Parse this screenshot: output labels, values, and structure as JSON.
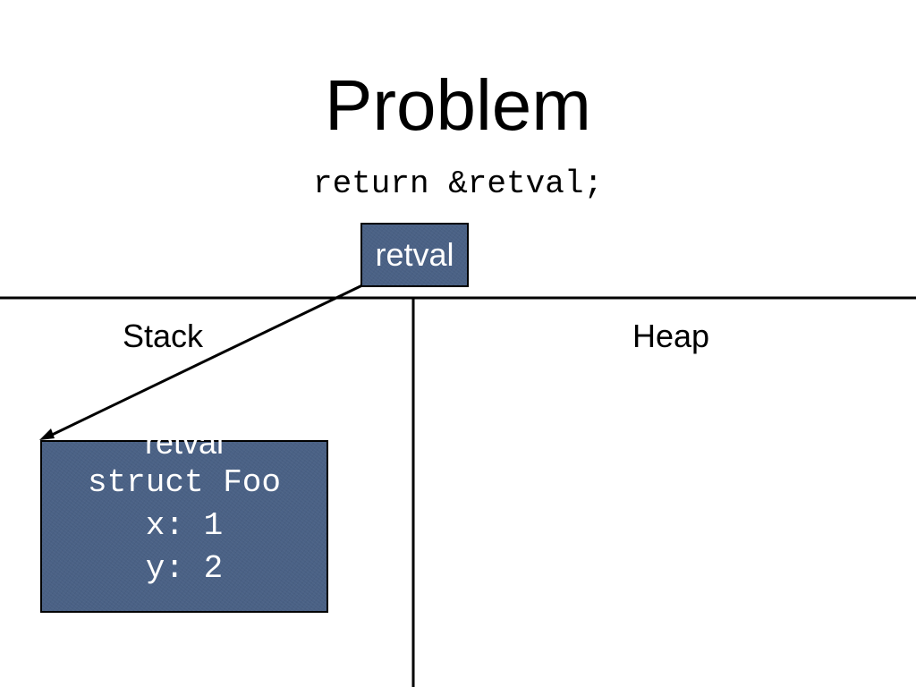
{
  "slide": {
    "title": "Problem",
    "code": "return &retval;"
  },
  "pointer": {
    "label": "retval"
  },
  "regions": {
    "stack": "Stack",
    "heap": "Heap"
  },
  "struct": {
    "label": "retval",
    "type_line": "struct Foo",
    "fields": [
      {
        "text": "x: 1"
      },
      {
        "text": "y: 2"
      }
    ]
  },
  "colors": {
    "box_fill": "#4a6185",
    "box_border": "#000000",
    "text_on_box": "#ffffff"
  }
}
